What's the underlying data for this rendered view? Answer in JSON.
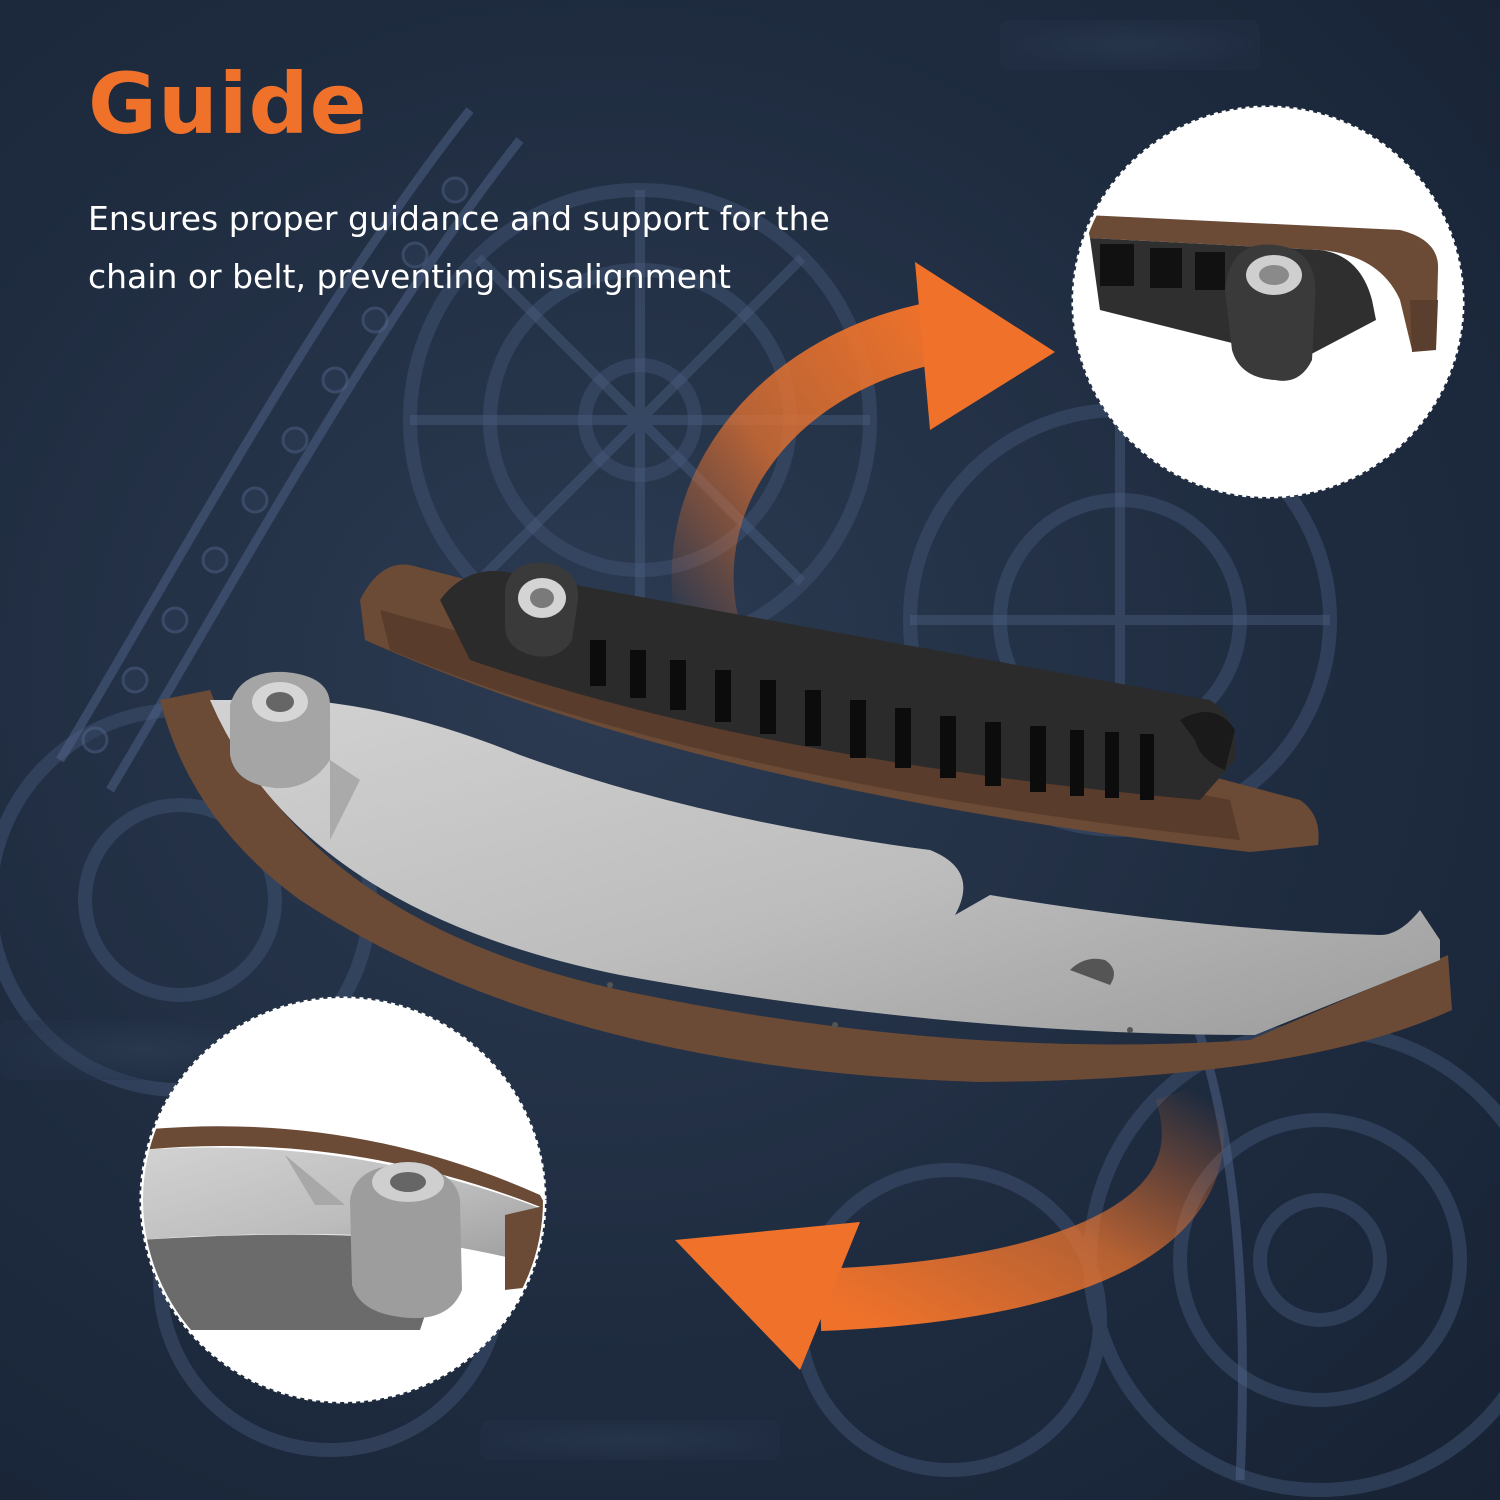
{
  "headline": "Guide",
  "description": "Ensures proper guidance and support for the chain or belt, preventing misalignment",
  "colors": {
    "accent": "#f0722a",
    "text": "#ffffff",
    "background": "#1e2b3d",
    "guide_rail": "#6b4a36",
    "metal": "#bfbfbf",
    "plastic": "#2a2a2a"
  },
  "icons": [
    "curved-arrow-up-right-icon",
    "curved-arrow-down-left-icon"
  ],
  "images": [
    "engine-background",
    "plastic-chain-guide",
    "aluminum-chain-guide",
    "plastic-guide-closeup",
    "aluminum-guide-closeup"
  ]
}
